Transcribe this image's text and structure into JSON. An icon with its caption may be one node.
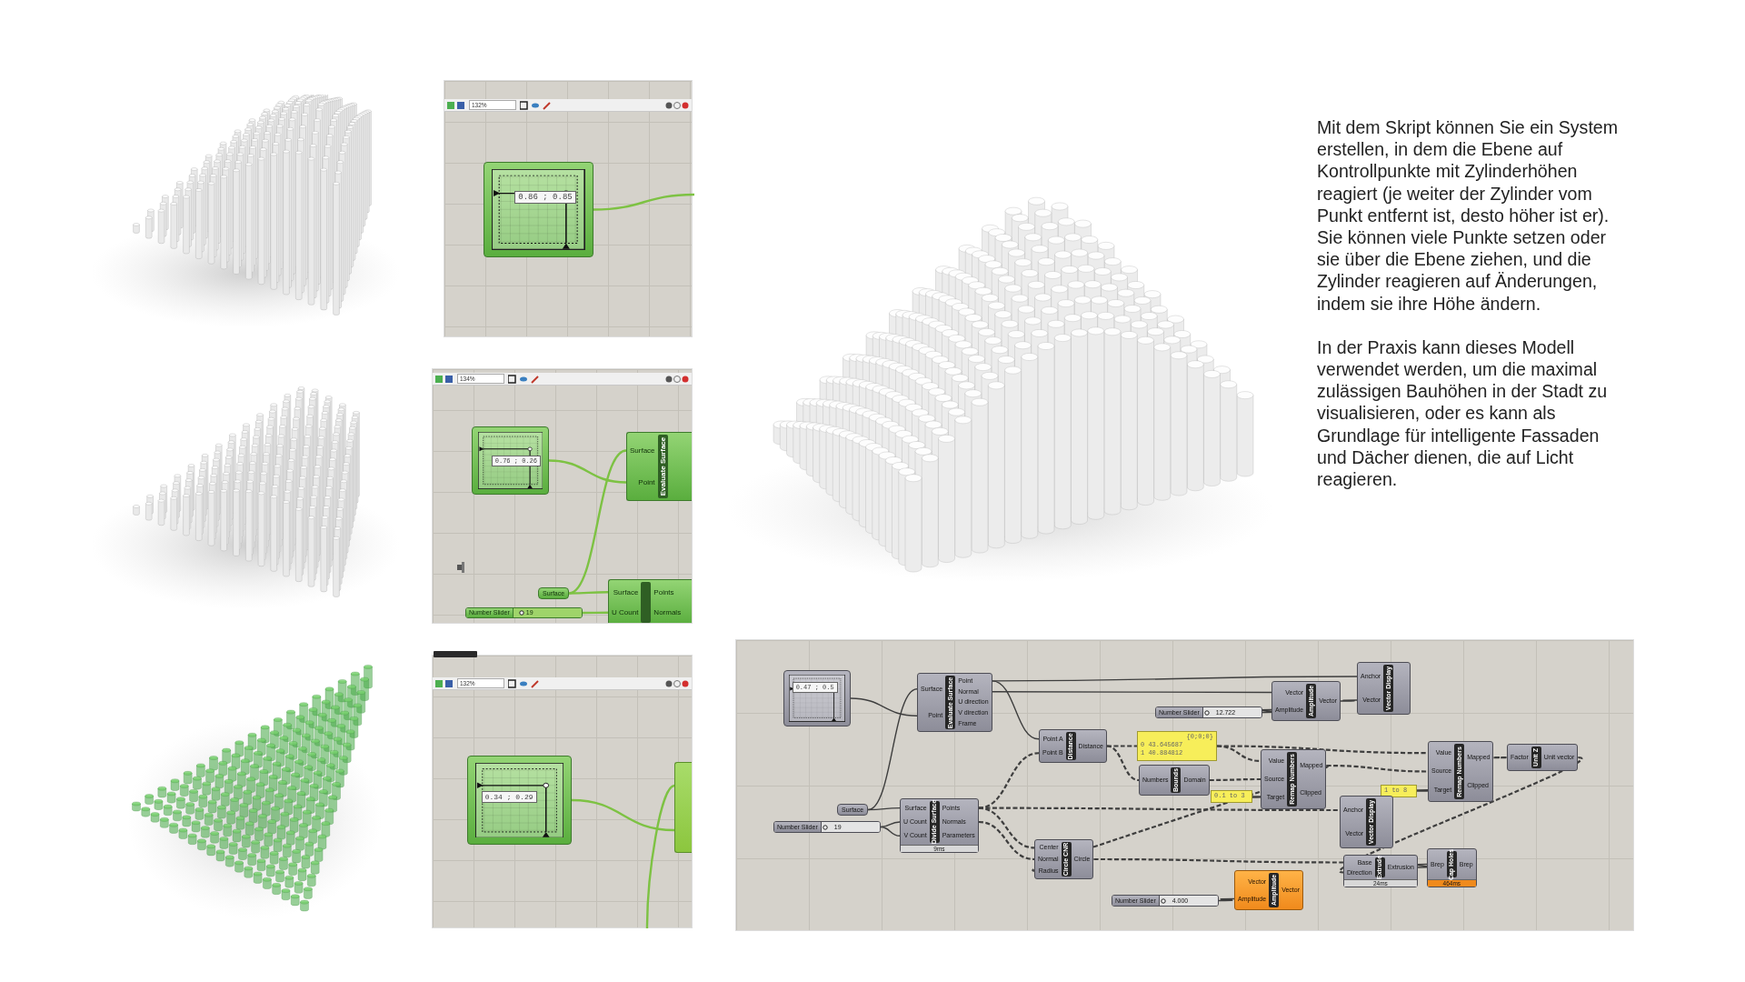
{
  "diagram": {
    "nodes": [
      {
        "text": [
          "0.86 ; 0.85"
        ]
      },
      {
        "text": [
          "0.76 ; 0.26"
        ]
      },
      {
        "text": [
          "Evaluate Surface",
          "Surface",
          "Point"
        ]
      },
      {
        "text": [
          "Surface"
        ]
      },
      {
        "text": [
          "Number Slider",
          "19"
        ]
      },
      {
        "text": [
          "Surface",
          "U Count",
          "Points",
          "Normals"
        ]
      },
      {
        "text": [
          "0.34 ; 0.29"
        ]
      },
      {
        "text": [],
        "shape": "box"
      },
      {
        "text": [
          "0.47 ; 0.5"
        ]
      },
      {
        "text": [
          "Evaluate Surface",
          "Surface",
          "Point",
          "Point",
          "Normal",
          "U direction",
          "V direction",
          "Frame"
        ]
      },
      {
        "text": [
          "Number Slider",
          "12.722"
        ]
      },
      {
        "text": [
          "Amplitude",
          "Vector",
          "Amplitude",
          "Vector"
        ]
      },
      {
        "text": [
          "Vector Display",
          "Anchor",
          "Vector"
        ]
      },
      {
        "text": [
          "Distance",
          "Point A",
          "Point B",
          "Distance"
        ]
      },
      {
        "text": [
          "{0;0;0}",
          "0 43.645687",
          "1 40.884812"
        ]
      },
      {
        "text": [
          "Bounds",
          "Numbers",
          "Domain"
        ]
      },
      {
        "text": [
          "0.1 to 3"
        ]
      },
      {
        "text": [
          "Remap Numbers",
          "Value",
          "Source",
          "Target",
          "Mapped",
          "Clipped"
        ]
      },
      {
        "text": [
          "1 to 8"
        ]
      },
      {
        "text": [
          "Remap Numbers",
          "Value",
          "Source",
          "Target",
          "Mapped",
          "Clipped"
        ]
      },
      {
        "text": [
          "Unit Z",
          "Factor",
          "Unit vector"
        ]
      },
      {
        "text": [
          "Surface"
        ]
      },
      {
        "text": [
          "Number Slider",
          "19"
        ]
      },
      {
        "text": [
          "Divide Surface",
          "Surface",
          "U Count",
          "V Count",
          "Points",
          "Normals",
          "Parameters",
          "9ms"
        ]
      },
      {
        "text": [
          "Vector Display",
          "Anchor",
          "Vector"
        ]
      },
      {
        "text": [
          "Circle CNR",
          "Center",
          "Normal",
          "Radius",
          "Circle"
        ]
      },
      {
        "text": [
          "Number Slider",
          "4.000"
        ]
      },
      {
        "text": [
          "Amplitude",
          "Vector",
          "Amplitude",
          "Vector"
        ]
      },
      {
        "text": [
          "Extrude",
          "Base",
          "Direction",
          "Extrusion",
          "24ms"
        ]
      },
      {
        "text": [
          "Cap Holes",
          "Brep",
          "Brep",
          "464ms"
        ]
      }
    ],
    "edges": [
      {
        "from": 0,
        "to": null,
        "arrow": "none",
        "color": "#7dc243"
      },
      {
        "from": 1,
        "to": 2,
        "arrow": "none",
        "color": "#7dc243"
      },
      {
        "from": 3,
        "to": 2,
        "arrow": "none",
        "color": "#7dc243"
      },
      {
        "from": 3,
        "to": 5,
        "arrow": "none",
        "color": "#7dc243"
      },
      {
        "from": 4,
        "to": 5,
        "arrow": "none",
        "color": "#7dc243"
      },
      {
        "from": 6,
        "to": 7,
        "arrow": "none",
        "color": "#7dc243"
      },
      {
        "from": null,
        "to": 7,
        "arrow": "none",
        "color": "#7dc243"
      },
      {
        "from": 8,
        "to": 9,
        "arrow": "none"
      },
      {
        "from": 21,
        "to": 9,
        "arrow": "none"
      },
      {
        "from": 21,
        "to": 23,
        "arrow": "none"
      },
      {
        "from": 22,
        "to": 23,
        "arrow": "none"
      },
      {
        "from": 22,
        "to": 23,
        "arrow": "none"
      },
      {
        "from": 9,
        "to": 13,
        "arrow": "none"
      },
      {
        "from": 9,
        "to": 12,
        "arrow": "none"
      },
      {
        "from": 9,
        "to": 11,
        "arrow": "none"
      },
      {
        "from": 10,
        "to": 11,
        "arrow": "none"
      },
      {
        "from": 11,
        "to": 12,
        "arrow": "none"
      },
      {
        "from": 23,
        "to": 13,
        "arrow": "none",
        "style": "dashed"
      },
      {
        "from": 23,
        "to": 25,
        "arrow": "none",
        "style": "dashed"
      },
      {
        "from": 23,
        "to": 25,
        "arrow": "none",
        "style": "dashed"
      },
      {
        "from": 23,
        "to": 24,
        "arrow": "none",
        "style": "dashed"
      },
      {
        "from": 13,
        "to": 14,
        "arrow": "none",
        "style": "dashed"
      },
      {
        "from": 13,
        "to": 15,
        "arrow": "none",
        "style": "dashed"
      },
      {
        "from": 14,
        "to": 17,
        "arrow": "none",
        "style": "dashed"
      },
      {
        "from": 15,
        "to": 17,
        "arrow": "none",
        "style": "dashed"
      },
      {
        "from": 16,
        "to": 17,
        "arrow": "none"
      },
      {
        "from": 14,
        "to": 19,
        "arrow": "none",
        "style": "dashed"
      },
      {
        "from": 17,
        "to": 19,
        "arrow": "none",
        "style": "dashed"
      },
      {
        "from": 18,
        "to": 19,
        "arrow": "none"
      },
      {
        "from": 19,
        "to": 20,
        "arrow": "none",
        "style": "dashed"
      },
      {
        "from": 20,
        "to": 28,
        "arrow": "none",
        "style": "dashed"
      },
      {
        "from": 25,
        "to": 28,
        "arrow": "none",
        "style": "dashed"
      },
      {
        "from": 17,
        "to": 25,
        "arrow": "none",
        "style": "dashed"
      },
      {
        "from": 26,
        "to": 27,
        "arrow": "none"
      },
      {
        "from": 28,
        "to": 29,
        "arrow": "none"
      }
    ],
    "labels": [
      "Mit dem Skript können Sie ein System erstellen, in dem die Ebene auf Kontrollpunkte mit Zylinderhöhen reagiert (je weiter der Zylinder vom Punkt entfernt ist, desto höher ist er). Sie können viele Punkte setzen oder sie über die Ebene ziehen, und die Zylinder reagieren auf Änderungen, indem sie ihre Höhe ändern.",
      "In der Praxis kann dieses Modell verwendet werden, um die maximal zulässigen Bauhöhen in der Stadt zu visualisieren, oder es kann als Grundlage für intelligente Fassaden und Dächer dienen, die auf Licht reagieren.",
      "132%",
      "134%",
      "132%"
    ]
  }
}
